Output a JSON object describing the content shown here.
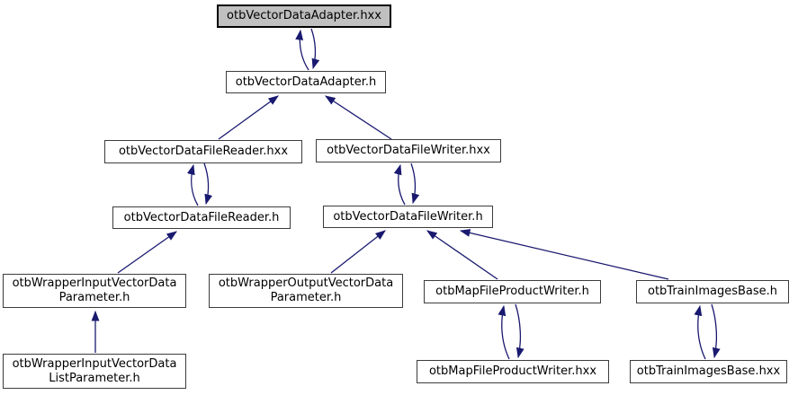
{
  "diagram": {
    "kind": "include-dependency-graph",
    "colors": {
      "arrow": "#191970",
      "node_fill": "#ffffff",
      "node_border": "#3c3c3c",
      "current_node_fill": "#c0c0c0",
      "current_node_border": "#000000",
      "background": "#ffffff"
    },
    "nodes": [
      {
        "id": "otbVectorDataAdapter.hxx",
        "label": "otbVectorDataAdapter.hxx",
        "current": true
      },
      {
        "id": "otbVectorDataAdapter.h",
        "label": "otbVectorDataAdapter.h",
        "current": false
      },
      {
        "id": "otbVectorDataFileReader.hxx",
        "label": "otbVectorDataFileReader.hxx",
        "current": false
      },
      {
        "id": "otbVectorDataFileWriter.hxx",
        "label": "otbVectorDataFileWriter.hxx",
        "current": false
      },
      {
        "id": "otbVectorDataFileReader.h",
        "label": "otbVectorDataFileReader.h",
        "current": false
      },
      {
        "id": "otbVectorDataFileWriter.h",
        "label": "otbVectorDataFileWriter.h",
        "current": false
      },
      {
        "id": "otbWrapperInputVectorDataParameter.h",
        "label": "otbWrapperInputVectorData\nParameter.h",
        "current": false
      },
      {
        "id": "otbWrapperOutputVectorDataParameter.h",
        "label": "otbWrapperOutputVectorData\nParameter.h",
        "current": false
      },
      {
        "id": "otbMapFileProductWriter.h",
        "label": "otbMapFileProductWriter.h",
        "current": false
      },
      {
        "id": "otbTrainImagesBase.h",
        "label": "otbTrainImagesBase.h",
        "current": false
      },
      {
        "id": "otbWrapperInputVectorDataListParameter.h",
        "label": "otbWrapperInputVectorData\nListParameter.h",
        "current": false
      },
      {
        "id": "otbMapFileProductWriter.hxx",
        "label": "otbMapFileProductWriter.hxx",
        "current": false
      },
      {
        "id": "otbTrainImagesBase.hxx",
        "label": "otbTrainImagesBase.hxx",
        "current": false
      }
    ],
    "edges": [
      {
        "from": "otbVectorDataAdapter.h",
        "to": "otbVectorDataAdapter.hxx",
        "bidirectional": true
      },
      {
        "from": "otbVectorDataFileReader.hxx",
        "to": "otbVectorDataAdapter.h",
        "bidirectional": false
      },
      {
        "from": "otbVectorDataFileWriter.hxx",
        "to": "otbVectorDataAdapter.h",
        "bidirectional": false
      },
      {
        "from": "otbVectorDataFileReader.h",
        "to": "otbVectorDataFileReader.hxx",
        "bidirectional": true
      },
      {
        "from": "otbVectorDataFileWriter.h",
        "to": "otbVectorDataFileWriter.hxx",
        "bidirectional": true
      },
      {
        "from": "otbWrapperInputVectorDataParameter.h",
        "to": "otbVectorDataFileReader.h",
        "bidirectional": false
      },
      {
        "from": "otbWrapperOutputVectorDataParameter.h",
        "to": "otbVectorDataFileWriter.h",
        "bidirectional": false
      },
      {
        "from": "otbMapFileProductWriter.h",
        "to": "otbVectorDataFileWriter.h",
        "bidirectional": false
      },
      {
        "from": "otbTrainImagesBase.h",
        "to": "otbVectorDataFileWriter.h",
        "bidirectional": false
      },
      {
        "from": "otbWrapperInputVectorDataListParameter.h",
        "to": "otbWrapperInputVectorDataParameter.h",
        "bidirectional": false
      },
      {
        "from": "otbMapFileProductWriter.hxx",
        "to": "otbMapFileProductWriter.h",
        "bidirectional": true
      },
      {
        "from": "otbTrainImagesBase.hxx",
        "to": "otbTrainImagesBase.h",
        "bidirectional": true
      }
    ]
  }
}
